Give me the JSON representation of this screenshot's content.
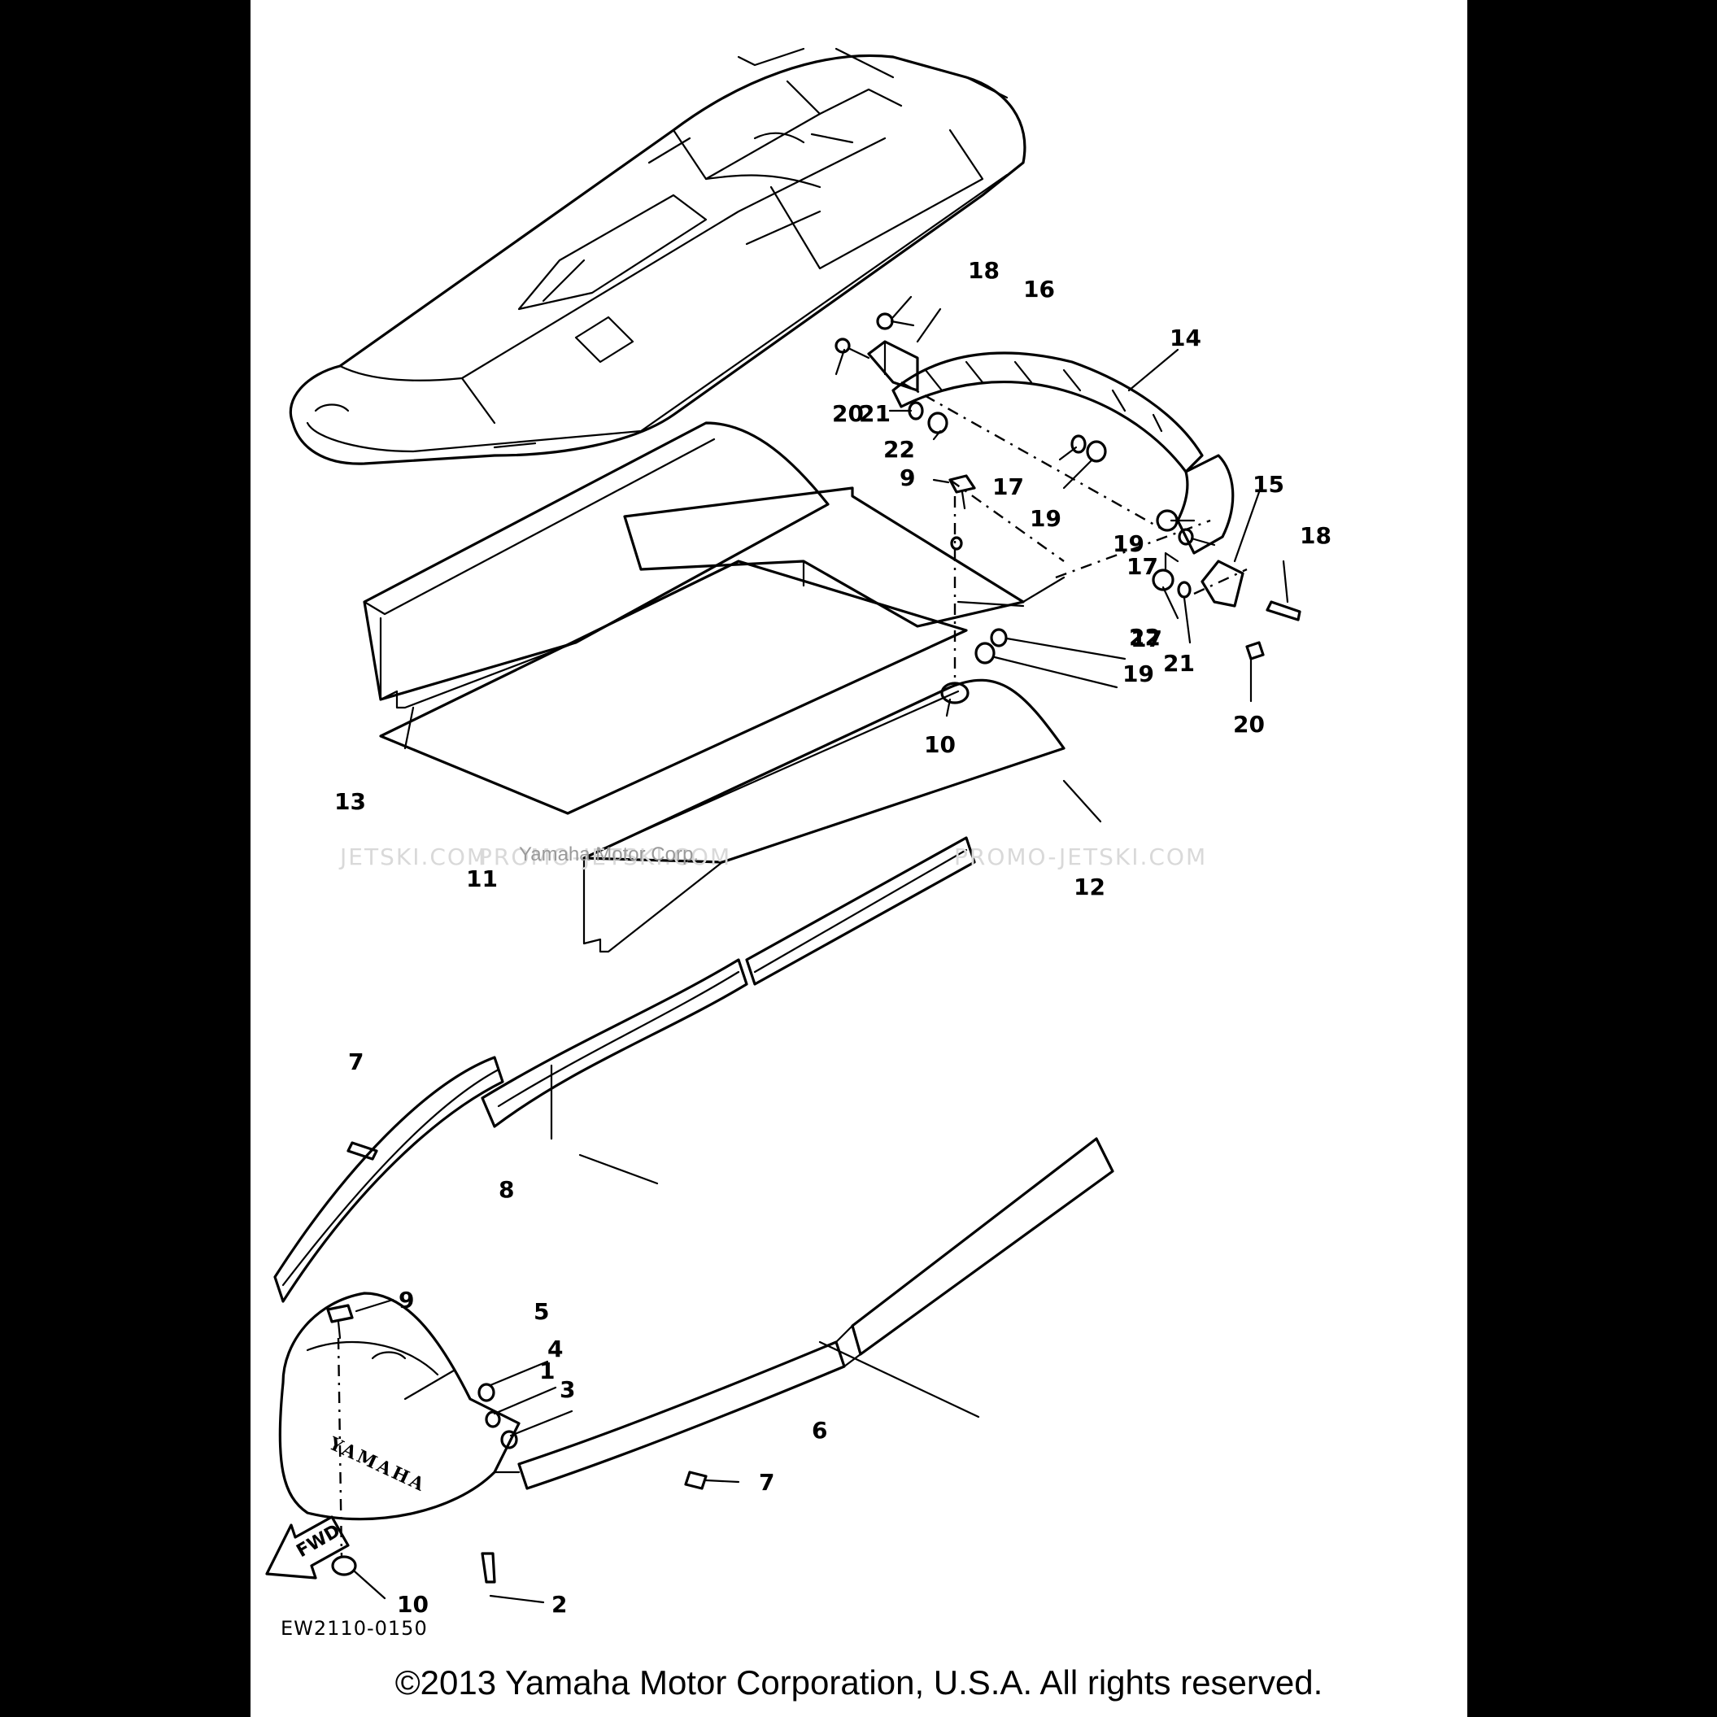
{
  "diagram": {
    "callouts": {
      "c1": "1",
      "c2": "2",
      "c3": "3",
      "c4": "4",
      "c5": "5",
      "c6": "6",
      "c7a": "7",
      "c7b": "7",
      "c8": "8",
      "c9a": "9",
      "c9b": "9",
      "c10a": "10",
      "c10b": "10",
      "c11": "11",
      "c12": "12",
      "c13": "13",
      "c14": "14",
      "c15": "15",
      "c16": "16",
      "c17a": "17",
      "c17b": "17",
      "c17c": "17",
      "c18a": "18",
      "c18b": "18",
      "c19a": "19",
      "c19b": "19",
      "c19c": "19",
      "c20a": "20",
      "c20b": "20",
      "c21a": "21",
      "c21b": "21",
      "c22a": "22",
      "c22b": "22"
    },
    "part_text": {
      "fwd_label": "FWD",
      "bumper_lettering": "YAMAHA"
    },
    "drawing_code": "EW2110-0150",
    "watermark": {
      "left": "JETSKI.COM",
      "middle": "PROMO-JETSKI.COM",
      "right": "PROMO-JETSKI.COM",
      "overlay": "Yamaha Motor Corp."
    }
  },
  "footer": {
    "copyright": "©2013 Yamaha Motor Corporation, U.S.A. All rights reserved."
  }
}
